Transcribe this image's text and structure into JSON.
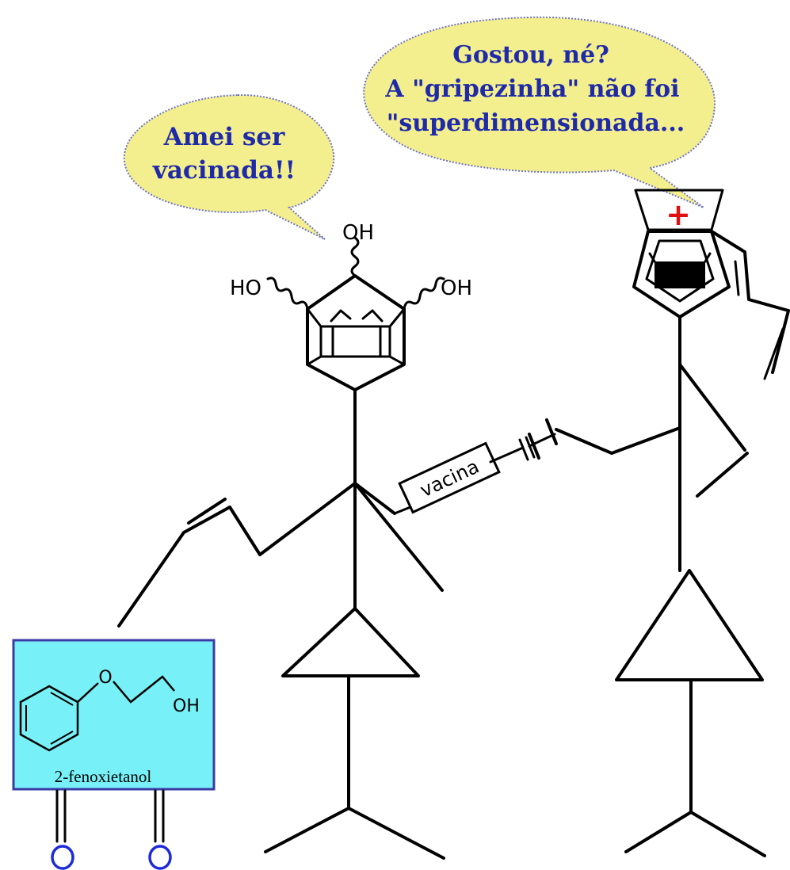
{
  "colors": {
    "bubble_fill": "#f3ef8f",
    "bubble_border": "#6f73c8",
    "bubble_text": "#1f2aa8",
    "box_fill": "#77f1f7",
    "box_border": "#3b3ba6",
    "red_cross": "#e01010",
    "o_blue": "#1d2bd8"
  },
  "bubble_left": {
    "lines": [
      "Amei ser",
      "vacinada!!"
    ]
  },
  "bubble_right": {
    "lines": [
      "Gostou, né?",
      "A \"gripezinha\" não foi",
      "\"superdimensionada..."
    ]
  },
  "labels": {
    "oh_top": "OH",
    "ho_left": "HO",
    "oh_right": "OH",
    "syringe": "vacina",
    "box_oh": "OH",
    "box_o": "O",
    "box_caption": "2-fenoxietanol",
    "cross": "+",
    "o_left": "O",
    "o_right": "O"
  }
}
